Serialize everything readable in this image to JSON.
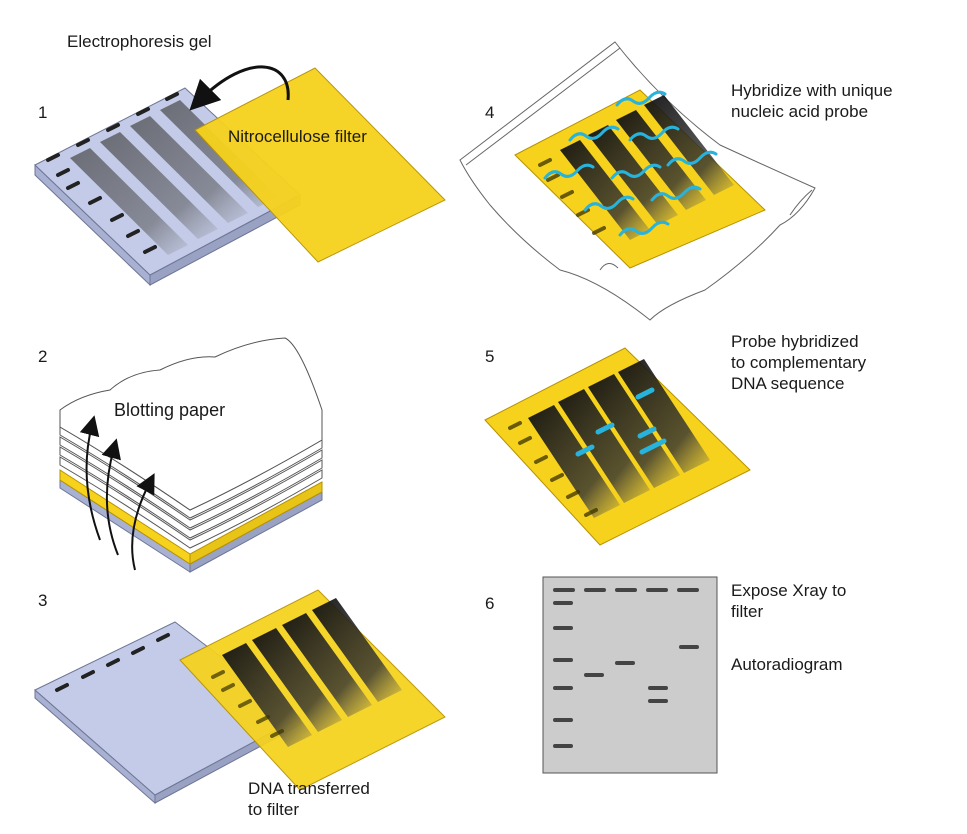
{
  "colors": {
    "gel": "#c3cbe8",
    "gel_edge": "#6e7696",
    "filter": "#f6d21c",
    "filter_edge": "#b79200",
    "probe": "#27b3dc",
    "xray": "#cccccc",
    "band": "#2a2a2a"
  },
  "steps": {
    "s1": {
      "number": "1",
      "label_gel": "Electrophoresis gel",
      "label_filter": "Nitrocellulose filter"
    },
    "s2": {
      "number": "2",
      "label": "Blotting paper"
    },
    "s3": {
      "number": "3",
      "label_line1": "DNA  transferred",
      "label_line2": "to filter"
    },
    "s4": {
      "number": "4",
      "label_line1": "Hybridize with unique",
      "label_line2": "nucleic acid probe"
    },
    "s5": {
      "number": "5",
      "label_line1": "Probe hybridized",
      "label_line2": "to complementary",
      "label_line3": "DNA sequence"
    },
    "s6": {
      "number": "6",
      "label_line1": "Expose Xray to",
      "label_line2": "filter",
      "label_line3": "Autoradiogram"
    }
  },
  "icons": [
    "curved-arrow-icon",
    "upward-arrow-icon"
  ]
}
